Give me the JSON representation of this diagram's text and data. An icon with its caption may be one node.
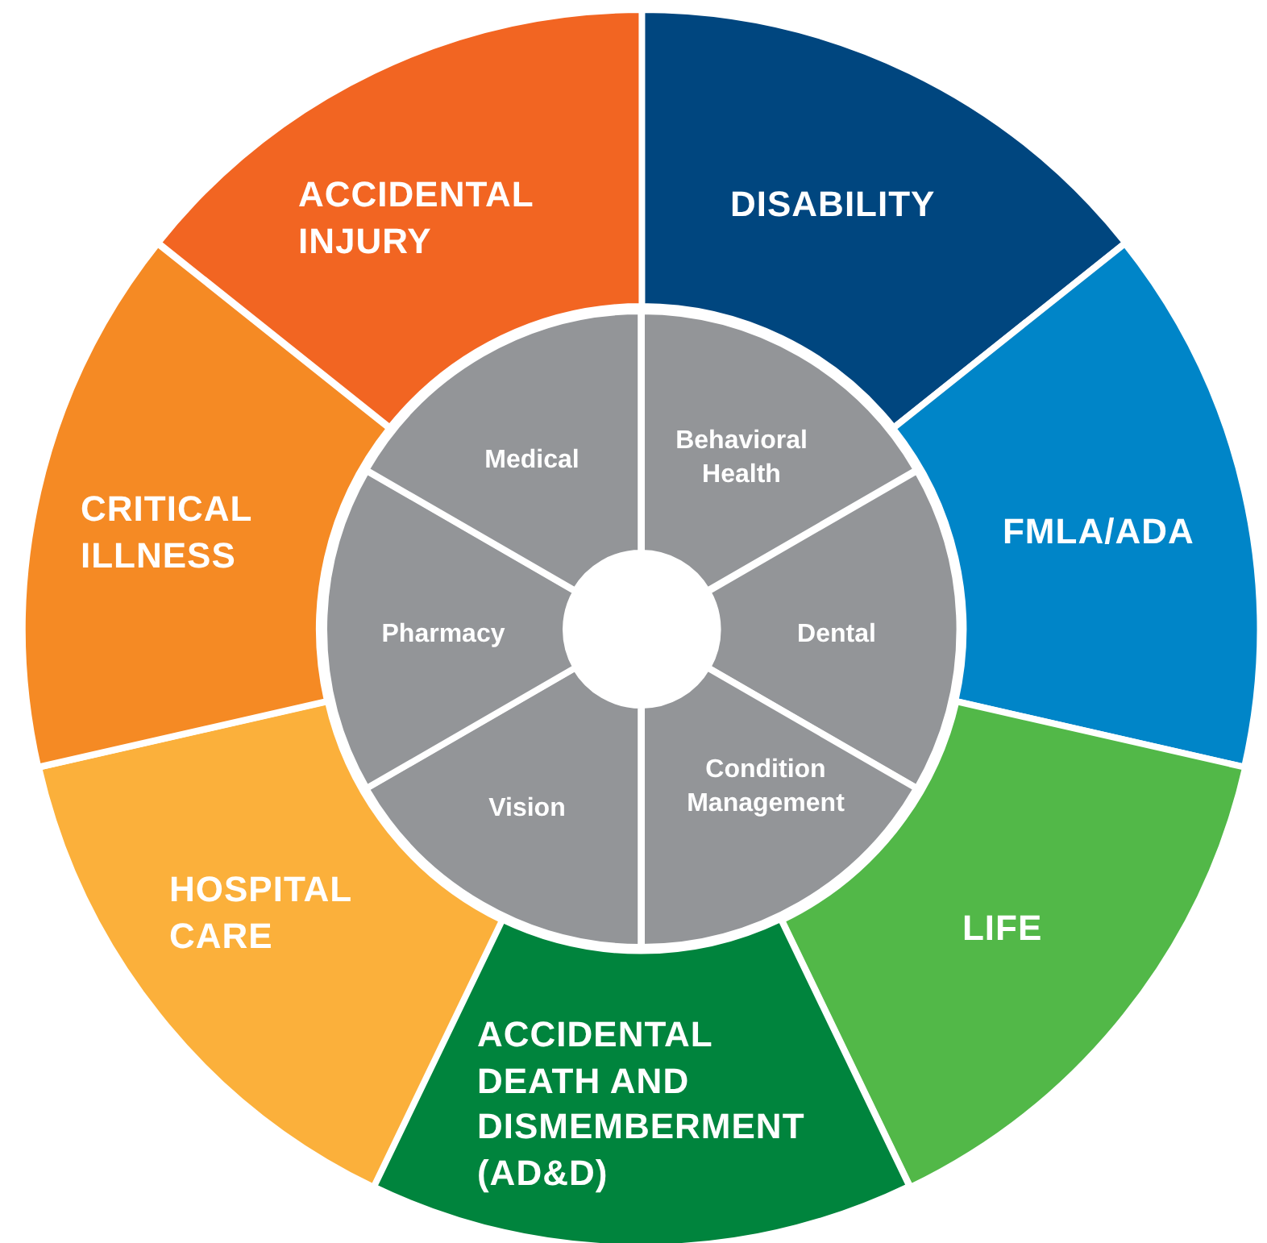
{
  "diagram": {
    "nodes": [
      {
        "text": [
          "DISABILITY"
        ]
      },
      {
        "text": [
          "FMLA/ADA"
        ]
      },
      {
        "text": [
          "LIFE"
        ]
      },
      {
        "text": [
          "ACCIDENTAL DEATH AND DISMEMBERMENT (AD&D)"
        ]
      },
      {
        "text": [
          "HOSPITAL CARE"
        ]
      },
      {
        "text": [
          "CRITICAL ILLNESS"
        ]
      },
      {
        "text": [
          "ACCIDENTAL INJURY"
        ]
      },
      {
        "text": [
          "Behavioral Health"
        ]
      },
      {
        "text": [
          "Dental"
        ]
      },
      {
        "text": [
          "Condition Management"
        ]
      },
      {
        "text": [
          "Vision"
        ]
      },
      {
        "text": [
          "Pharmacy"
        ]
      },
      {
        "text": [
          "Medical"
        ]
      }
    ],
    "edges": []
  }
}
